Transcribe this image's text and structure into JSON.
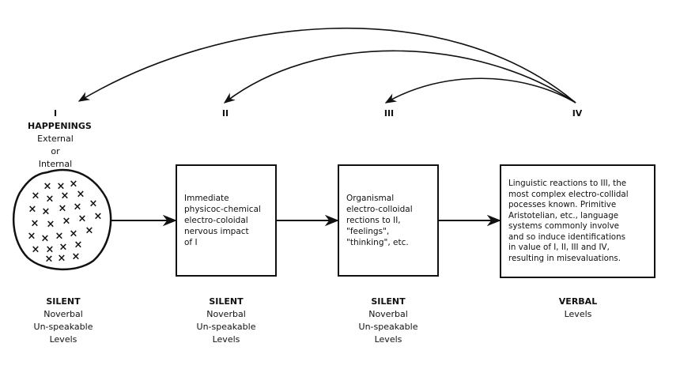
{
  "header_labels": {
    "i_num": "I",
    "i_title": "HAPPENINGS",
    "i_line1": "External",
    "i_line2": "or",
    "i_line3": "Internal",
    "ii_num": "II",
    "iii_num": "III",
    "iv_num": "IV"
  },
  "boxes": {
    "ii": [
      "Immediate",
      "physicoc-chemical",
      "electro-coloidal",
      "nervous impact",
      "of I"
    ],
    "iii": [
      "Organismal",
      "electro-colloidal",
      "rections to II,",
      "\"feelings\",",
      "\"thinking\", etc."
    ],
    "iv": [
      "Linguistic reactions to III, the",
      "most complex electro-collidal",
      "pocesses known. Primitive",
      "Aristotelian, etc., language",
      "systems commonly involve",
      "and so induce identifications",
      "in value of I, II, III and IV,",
      "resulting in misevaluations."
    ]
  },
  "footers": {
    "i": {
      "title": "SILENT",
      "l1": "Noverbal",
      "l2": "Un-speakable",
      "l3": "Levels"
    },
    "ii": {
      "title": "SILENT",
      "l1": "Noverbal",
      "l2": "Un-speakable",
      "l3": "Levels"
    },
    "iii": {
      "title": "SILENT",
      "l1": "Noverbal",
      "l2": "Un-speakable",
      "l3": "Levels"
    },
    "iv": {
      "title": "VERBAL",
      "l1": "Levels"
    }
  },
  "blob_marks": "×"
}
